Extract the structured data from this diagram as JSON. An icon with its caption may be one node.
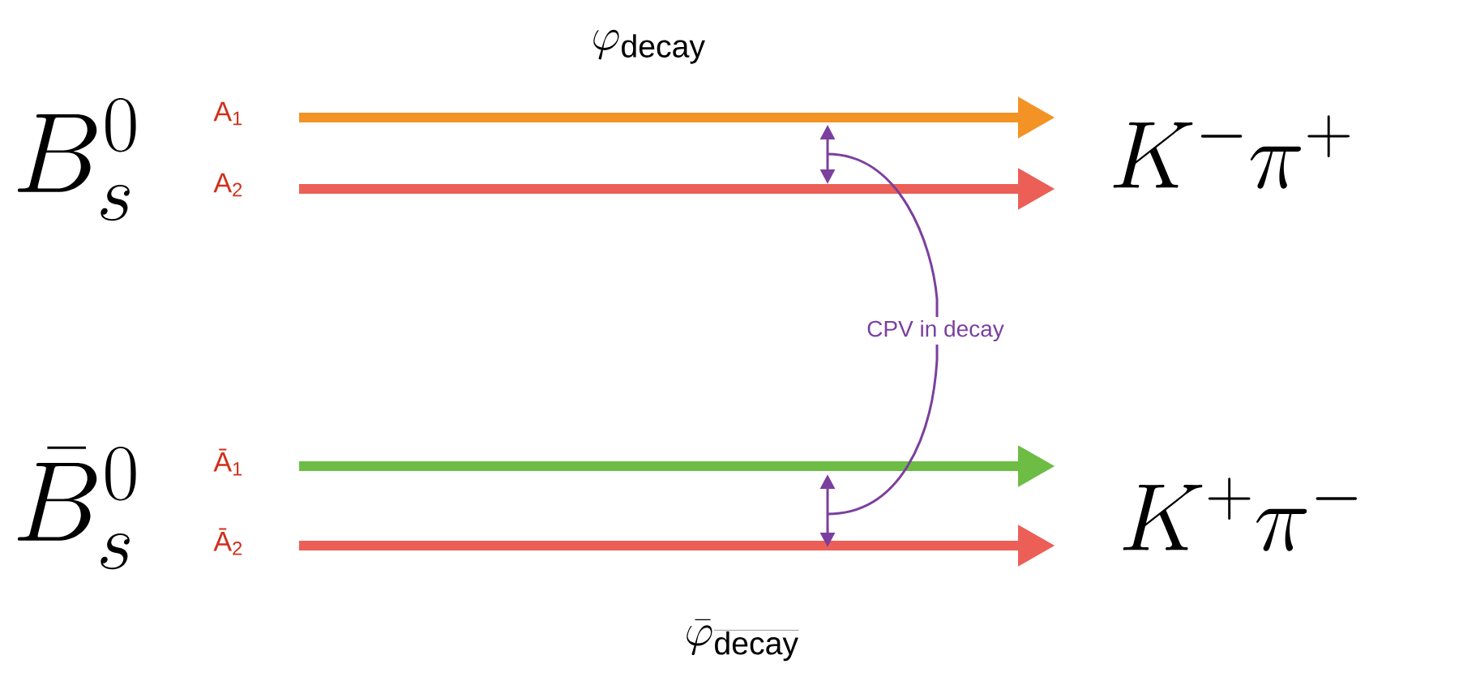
{
  "diagram": {
    "nodes": [
      {
        "text": [
          "B_s^0"
        ]
      },
      {
        "text": [
          "A$_{1}$"
        ]
      },
      {
        "text": [
          "A$_{2}$"
        ]
      },
      {
        "text": [
          "K^-\\pi^+"
        ]
      },
      {
        "text": [
          "\\bar{B}_s^0"
        ]
      },
      {
        "text": [
          "Ā$_{1}$"
        ]
      },
      {
        "text": [
          "Ā$_{2}$"
        ]
      },
      {
        "text": [
          "K^+\\pi^-"
        ]
      }
    ],
    "edges": [
      {
        "from": 1,
        "to": 3,
        "arrow": "to",
        "color": "#f39325"
      },
      {
        "from": 2,
        "to": 3,
        "arrow": "to"
      },
      {
        "from": 5,
        "to": 7,
        "arrow": "to",
        "color": "#6dbd45"
      },
      {
        "from": 6,
        "to": 7,
        "arrow": "to"
      }
    ],
    "labels": [
      "\\varphi_{\\mathsf{decay}}",
      "CPV in decay",
      "\\bar{\\varphi}_{\\overline{\\mathsf{decay}}}"
    ]
  }
}
